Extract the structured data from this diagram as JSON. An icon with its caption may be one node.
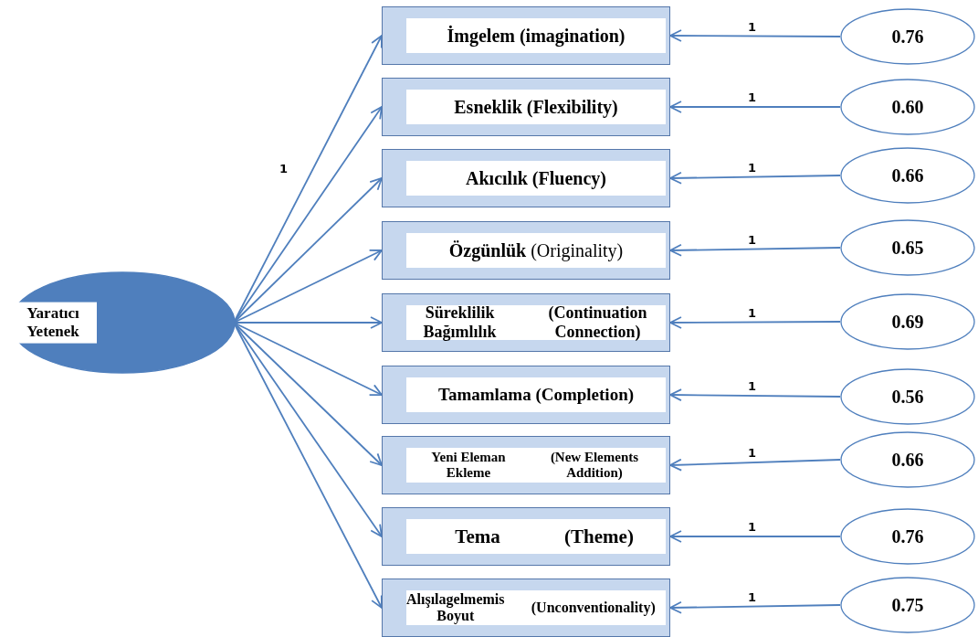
{
  "diagram": {
    "nodes": [
      {
        "text": [
          "Yaratıcı Yetenek"
        ]
      },
      {
        "text": [
          "İmgelem (imagination)"
        ]
      },
      {
        "text": [
          "Esneklik (Flexibility)"
        ]
      },
      {
        "text": [
          "Akıcılık (Fluency)"
        ]
      },
      {
        "text": [
          "**Özgünlük** (Originality)"
        ]
      },
      {
        "text": [
          "Süreklilik Bağımlılık",
          "(Continuation Connection)"
        ]
      },
      {
        "text": [
          "Tamamlama (Completion)"
        ]
      },
      {
        "text": [
          "Yeni Eleman Ekleme",
          "(New Elements Addition)"
        ]
      },
      {
        "text": [
          "Tema",
          "(Theme)"
        ]
      },
      {
        "text": [
          "Alışılagelmemis Boyut",
          "(Unconventionality)"
        ]
      },
      {
        "text": [
          "0.76"
        ]
      },
      {
        "text": [
          "0.60"
        ]
      },
      {
        "text": [
          "0.66"
        ]
      },
      {
        "text": [
          "0.65"
        ]
      },
      {
        "text": [
          "0.69"
        ]
      },
      {
        "text": [
          "0.56"
        ]
      },
      {
        "text": [
          "0.66"
        ]
      },
      {
        "text": [
          "0.76"
        ]
      },
      {
        "text": [
          "0.75"
        ]
      }
    ],
    "edges": [
      {
        "from": 0,
        "to": 1,
        "arrow": "to",
        "label": "1"
      },
      {
        "from": 0,
        "to": 2,
        "arrow": "to"
      },
      {
        "from": 0,
        "to": 3,
        "arrow": "to"
      },
      {
        "from": 0,
        "to": 4,
        "arrow": "to"
      },
      {
        "from": 0,
        "to": 5,
        "arrow": "to"
      },
      {
        "from": 0,
        "to": 6,
        "arrow": "to"
      },
      {
        "from": 0,
        "to": 7,
        "arrow": "to"
      },
      {
        "from": 0,
        "to": 8,
        "arrow": "to"
      },
      {
        "from": 0,
        "to": 9,
        "arrow": "to"
      },
      {
        "from": 10,
        "to": 1,
        "arrow": "to",
        "label": "1"
      },
      {
        "from": 11,
        "to": 2,
        "arrow": "to",
        "label": "1"
      },
      {
        "from": 12,
        "to": 3,
        "arrow": "to",
        "label": "1"
      },
      {
        "from": 13,
        "to": 4,
        "arrow": "to",
        "label": "1"
      },
      {
        "from": 14,
        "to": 5,
        "arrow": "to",
        "label": "1"
      },
      {
        "from": 15,
        "to": 6,
        "arrow": "to",
        "label": "1"
      },
      {
        "from": 16,
        "to": 7,
        "arrow": "to",
        "label": "1"
      },
      {
        "from": 17,
        "to": 8,
        "arrow": "to",
        "label": "1"
      },
      {
        "from": 18,
        "to": 9,
        "arrow": "to",
        "label": "1"
      }
    ]
  }
}
